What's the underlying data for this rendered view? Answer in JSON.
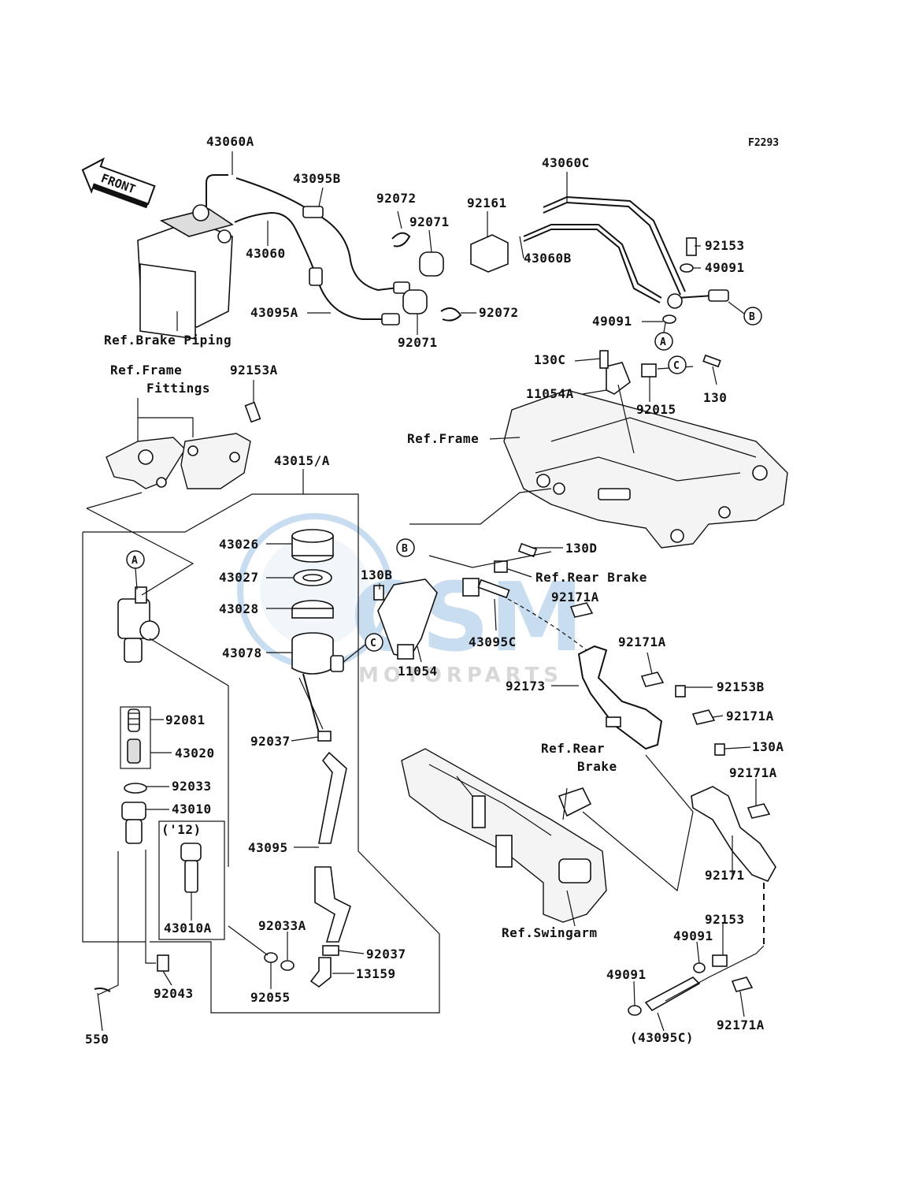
{
  "diagram_code": "F2293",
  "front_label": "FRONT",
  "watermark": {
    "big": "CSM",
    "small": "MOTORPARTS",
    "color": "#9ec3e6"
  },
  "markers": {
    "a": "A",
    "b": "B",
    "c": "C"
  },
  "labels": {
    "p43060A": "43060A",
    "p43095B": "43095B",
    "p92072a": "92072",
    "p92161": "92161",
    "p43060C": "43060C",
    "p92071a": "92071",
    "p43060": "43060",
    "p43060B": "43060B",
    "p92153": "92153",
    "p49091a": "49091",
    "p43095A": "43095A",
    "p92072b": "92072",
    "p49091b": "49091",
    "p92071b": "92071",
    "refBrakePiping": "Ref.Brake Piping",
    "refFrameFittings1": "Ref.Frame",
    "refFrameFittings2": "Fittings",
    "p92153A": "92153A",
    "p130C": "130C",
    "p11054A": "11054A",
    "p92015": "92015",
    "p130": "130",
    "refFrame": "Ref.Frame",
    "p43015A": "43015/A",
    "p43026": "43026",
    "p43027": "43027",
    "p43028": "43028",
    "p43078": "43078",
    "p130D": "130D",
    "refRearBrake1": "Ref.Rear Brake",
    "p130B": "130B",
    "p92171A_1": "92171A",
    "p43095C": "43095C",
    "p11054": "11054",
    "p92171A_2": "92171A",
    "p92173": "92173",
    "p92153B": "92153B",
    "p92171A_3": "92171A",
    "p92081": "92081",
    "p43020": "43020",
    "p92037a": "92037",
    "p130A": "130A",
    "refRearBrake2a": "Ref.Rear",
    "refRearBrake2b": "Brake",
    "p92171A_4": "92171A",
    "p92033": "92033",
    "p43010": "43010",
    "year12": "('12)",
    "p43095": "43095",
    "p92171": "92171",
    "p43010A": "43010A",
    "refSwingarm": "Ref.Swingarm",
    "p92033A": "92033A",
    "p92037b": "92037",
    "p92153c": "92153",
    "p49091c": "49091",
    "p13159": "13159",
    "p92043": "92043",
    "p92055": "92055",
    "p49091d": "49091",
    "p43095C_paren": "(43095C)",
    "p92171A_5": "92171A",
    "p550": "550"
  }
}
